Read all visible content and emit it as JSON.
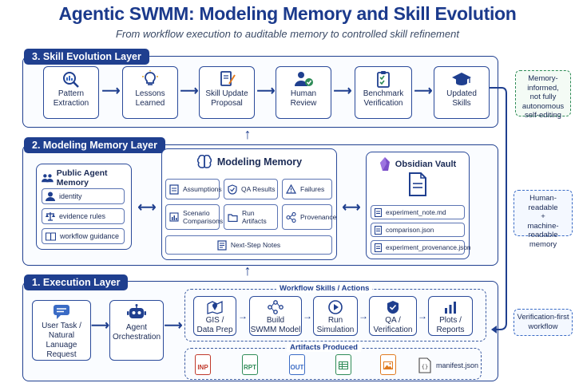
{
  "title": "Agentic SWMM: Modeling Memory and Skill Evolution",
  "subtitle": "From workflow execution to auditable memory to controlled skill refinement",
  "skill_layer": {
    "label": "3. Skill Evolution Layer",
    "steps": [
      {
        "l1": "Pattern",
        "l2": "Extraction",
        "icon": "magnifier-chart-icon"
      },
      {
        "l1": "Lessons",
        "l2": "Learned",
        "icon": "lightbulb-icon"
      },
      {
        "l1": "Skill Update",
        "l2": "Proposal",
        "icon": "document-pen-icon"
      },
      {
        "l1": "Human",
        "l2": "Review",
        "icon": "person-check-icon"
      },
      {
        "l1": "Benchmark",
        "l2": "Verification",
        "icon": "clipboard-check-icon"
      },
      {
        "l1": "Updated",
        "l2": "Skills",
        "icon": "graduation-cap-icon"
      }
    ]
  },
  "memory_layer": {
    "label": "2. Modeling Memory Layer",
    "public_memory": {
      "title": "Public Agent Memory",
      "items": [
        "identity",
        "evidence rules",
        "workflow guidance"
      ]
    },
    "modeling_memory": {
      "title": "Modeling Memory",
      "cells": [
        {
          "l1": "Assumptions",
          "l2": ""
        },
        {
          "l1": "QA Results",
          "l2": ""
        },
        {
          "l1": "Failures",
          "l2": ""
        },
        {
          "l1": "Scenario",
          "l2": "Comparisons"
        },
        {
          "l1": "Run",
          "l2": "Artifacts"
        },
        {
          "l1": "Provenance",
          "l2": ""
        }
      ],
      "next_step": "Next-Step Notes"
    },
    "obsidian": {
      "title": "Obsidian Vault",
      "files": [
        "experiment_note.md",
        "comparison.json",
        "experiment_provenance.json"
      ]
    }
  },
  "execution_layer": {
    "label": "1. Execution Layer",
    "user_task": {
      "l1": "User Task /",
      "l2": "Natural Lanuage",
      "l3": "Request"
    },
    "agent": {
      "l1": "Agent",
      "l2": "Orchestration"
    },
    "skills_title": "Workflow Skills / Actions",
    "skills": [
      {
        "l1": "GIS /",
        "l2": "Data Prep"
      },
      {
        "l1": "Build",
        "l2": "SWMM Model"
      },
      {
        "l1": "Run",
        "l2": "Simulation"
      },
      {
        "l1": "QA /",
        "l2": "Verification"
      },
      {
        "l1": "Plots /",
        "l2": "Reports"
      }
    ],
    "artifacts_title": "Artifacts Produced",
    "artifacts": [
      "INP",
      "RPT",
      "OUT",
      "",
      "",
      "manifest.json"
    ]
  },
  "side_notes": [
    {
      "l1": "Memory-informed,",
      "l2": "not fully",
      "l3": "autonomous",
      "l4": "self-editing"
    },
    {
      "l1": "Human-readable",
      "l2": "+",
      "l3": "machine-readable",
      "l4": "memory"
    },
    {
      "l1": "Verification-first",
      "l2": "workflow",
      "l3": "",
      "l4": ""
    }
  ],
  "colors": {
    "primary": "#1f3f8f",
    "green": "#2e8b57",
    "orange": "#e07a1f",
    "purple": "#7b4fc9"
  }
}
